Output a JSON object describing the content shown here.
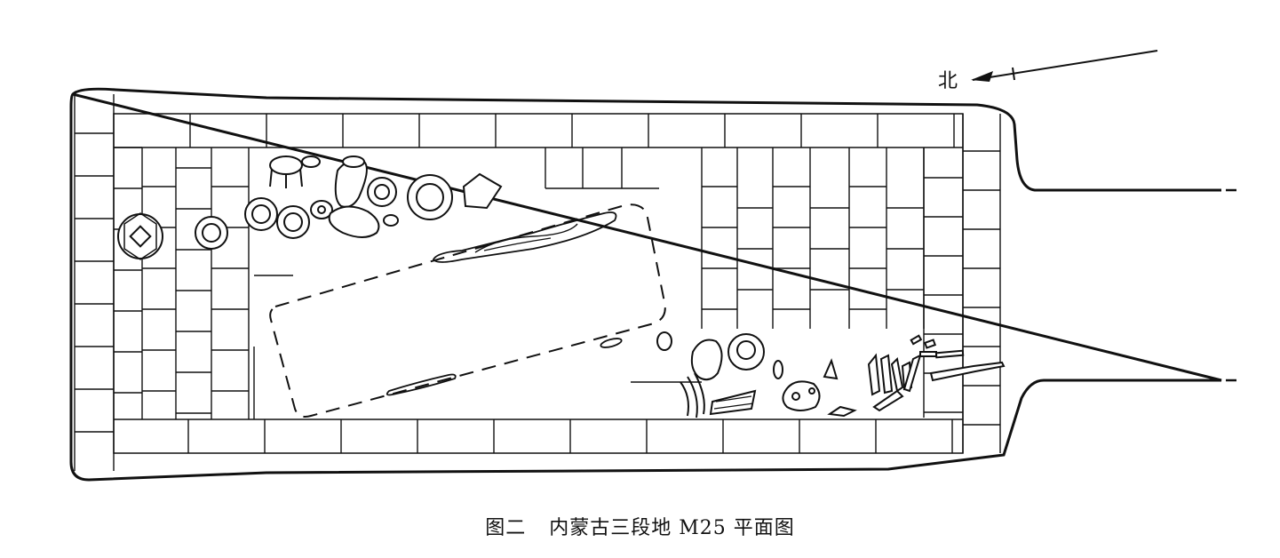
{
  "diagram": {
    "north_label": "北",
    "caption": {
      "figure_number": "图二",
      "title": "内蒙古三段地 M25 平面图"
    }
  }
}
